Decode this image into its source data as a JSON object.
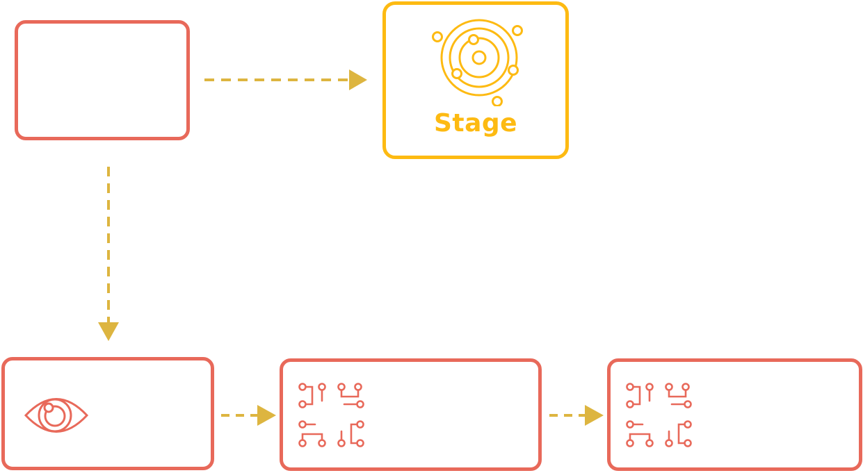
{
  "nodes": {
    "stage": {
      "label": "Stage",
      "icon": "solar-system-icon",
      "color": "#FDBA12"
    },
    "top_left": {
      "label": ""
    },
    "eye": {
      "icon": "eye-icon"
    },
    "circuit_1": {
      "icon": "circuit-board-icon"
    },
    "circuit_2": {
      "icon": "circuit-board-icon"
    }
  },
  "edges": [
    {
      "from": "top_left",
      "to": "stage"
    },
    {
      "from": "top_left",
      "to": "eye"
    },
    {
      "from": "eye",
      "to": "circuit_1"
    },
    {
      "from": "circuit_1",
      "to": "circuit_2"
    }
  ],
  "colors": {
    "node_border": "#E8695A",
    "stage_border": "#FDBA12",
    "arrow": "#DDB540"
  }
}
